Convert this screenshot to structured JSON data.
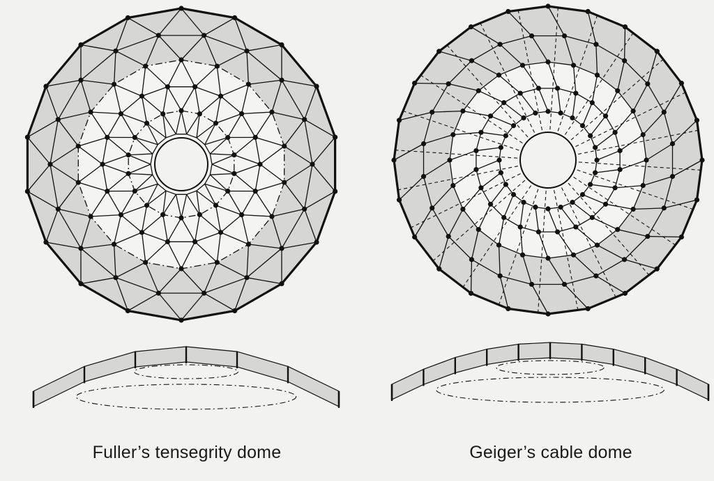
{
  "figures": [
    {
      "id": "fuller",
      "caption": "Fuller’s tensegrity dome"
    },
    {
      "id": "geiger",
      "caption": "Geiger’s cable dome"
    }
  ],
  "colors": {
    "line": "#111111",
    "panel_fill": "#d6d6d4",
    "inner_fill": "#f4f4f2",
    "background": "#f2f2f0"
  }
}
